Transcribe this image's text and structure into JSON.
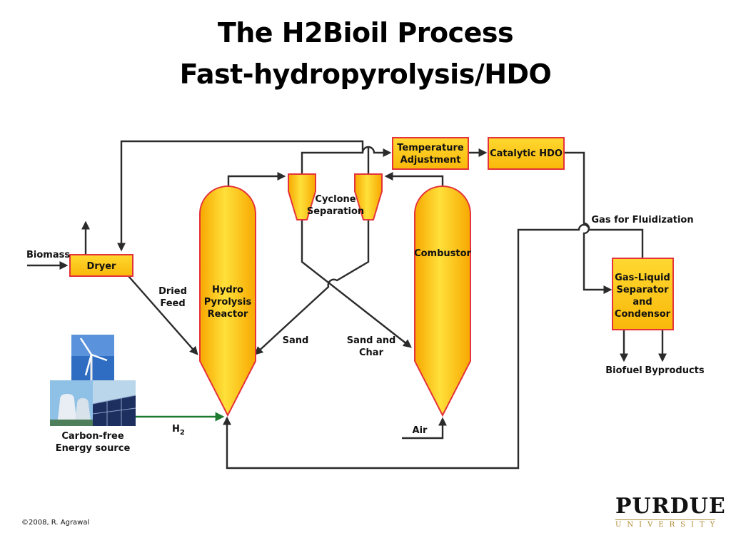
{
  "title": {
    "line1": "The H2Bioil Process",
    "line2": "Fast-hydropyrolysis/HDO"
  },
  "nodes": {
    "dryer": "Dryer",
    "temp_adjust": [
      "Temperature",
      "Adjustment"
    ],
    "catalytic_hdo": "Catalytic HDO",
    "reactor": [
      "Hydro",
      "Pyrolysis",
      "Reactor"
    ],
    "combustor": "Combustor",
    "separator": [
      "Gas-Liquid",
      "Separator",
      "and",
      "Condensor"
    ]
  },
  "labels": {
    "biomass": "Biomass",
    "dried_feed": [
      "Dried",
      "Feed"
    ],
    "cyclone": [
      "Cyclone",
      "Separation"
    ],
    "gas_fluidization": "Gas for Fluidization",
    "sand": "Sand",
    "sand_char": [
      "Sand and",
      "Char"
    ],
    "biofuel": "Biofuel",
    "byproducts": "Byproducts",
    "air": "Air",
    "h2": "H",
    "h2_sub": "2",
    "energy_source": [
      "Carbon-free",
      "Energy source"
    ]
  },
  "footer": {
    "copyright": "©2008, R. Agrawal",
    "logo_main": "PURDUE",
    "logo_sub": "UNIVERSITY"
  },
  "colors": {
    "box_fill": "#ffd21f",
    "box_border": "#e4333a",
    "line": "#2b2b2b",
    "h2_line": "#1e7a2e",
    "logo_gold": "#b08a34"
  }
}
